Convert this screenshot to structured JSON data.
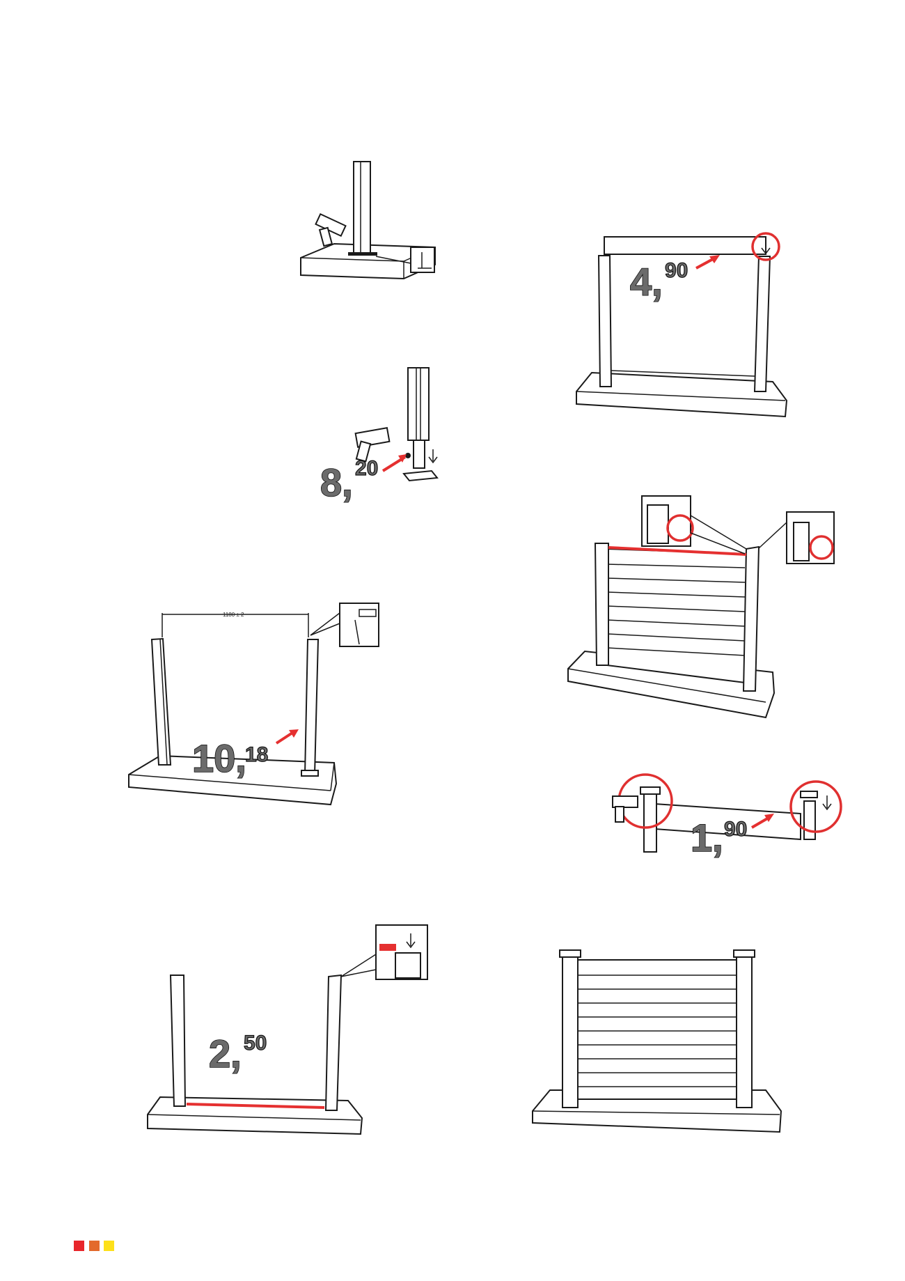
{
  "steps": [
    {
      "id": "post-mount",
      "main": "",
      "sup": ""
    },
    {
      "id": "base-screw",
      "main": "8,",
      "sup": "20"
    },
    {
      "id": "post-spacing",
      "main": "10,",
      "sup": "18",
      "dimension": "1180 ± 2"
    },
    {
      "id": "bottom-rail",
      "main": "2,",
      "sup": "50"
    },
    {
      "id": "top-rail",
      "main": "4,",
      "sup": "90"
    },
    {
      "id": "slats-insert",
      "main": "",
      "sup": ""
    },
    {
      "id": "cap-fix",
      "main": "1,",
      "sup": "90"
    },
    {
      "id": "finished-fence",
      "main": "",
      "sup": ""
    }
  ],
  "colors": {
    "accent": "#e53030",
    "square1": "#e8262b",
    "square2": "#e36a2c",
    "square3": "#fde01a"
  }
}
